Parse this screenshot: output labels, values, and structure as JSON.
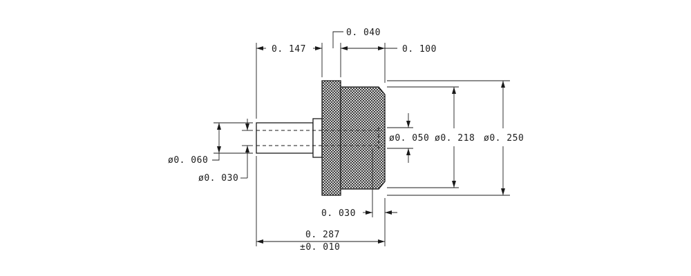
{
  "drawing": {
    "labels": {
      "dim_0_040": "0. 040",
      "dim_0_147": "0. 147",
      "dim_0_100": "0. 100",
      "dim_dia_0_050": "ø0. 050",
      "dim_dia_0_218": "ø0. 218",
      "dim_dia_0_250": "ø0. 250",
      "dim_dia_0_060": "ø0. 060",
      "dim_dia_0_030": "ø0. 030",
      "dim_0_030": "0. 030",
      "dim_0_287": "0. 287",
      "dim_tolerance": "±0. 010"
    }
  }
}
